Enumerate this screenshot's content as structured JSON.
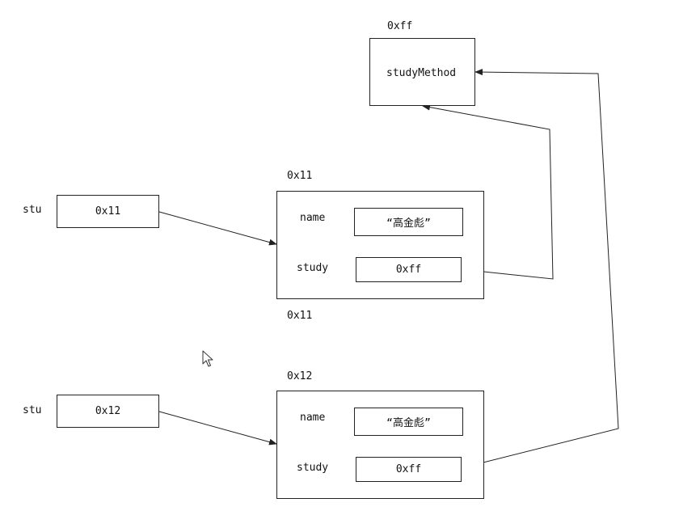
{
  "method": {
    "address": "0xff",
    "name": "studyMethod"
  },
  "obj1": {
    "address_top": "0x11",
    "address_bottom": "0x11",
    "field_name_label": "name",
    "field_name_value": "“高金彪”",
    "field_study_label": "study",
    "field_study_value": "0xff"
  },
  "obj2": {
    "address_top": "0x12",
    "field_name_label": "name",
    "field_name_value": "“高金彪”",
    "field_study_label": "study",
    "field_study_value": "0xff"
  },
  "var1": {
    "label": "stu",
    "value": "0x11"
  },
  "var2": {
    "label": "stu",
    "value": "0x12"
  },
  "colors": {
    "line": "#222222",
    "background": "#ffffff"
  }
}
